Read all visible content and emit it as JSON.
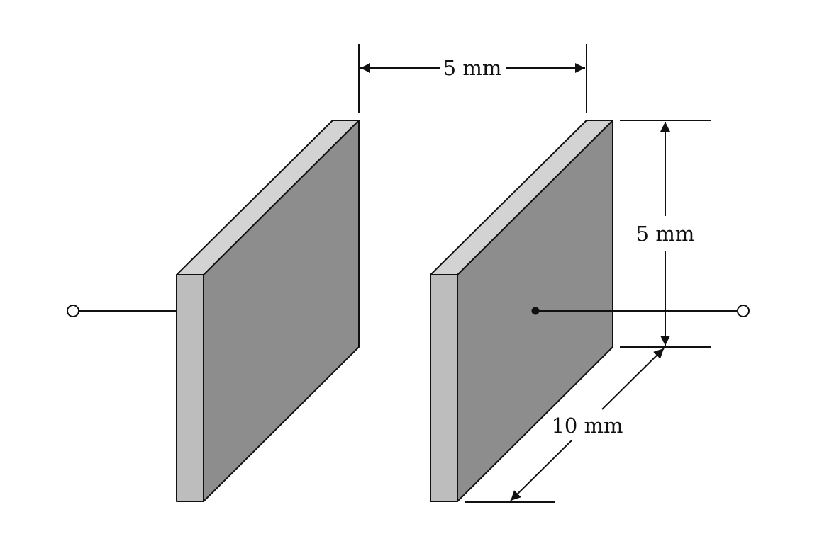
{
  "labels": {
    "gap": "5 mm",
    "height": "5 mm",
    "depth": "10 mm"
  },
  "colors": {
    "plate_face": "#8e8d8e",
    "plate_top": "#d3d3d3",
    "plate_side": "#bdbdbd",
    "line": "#111111"
  }
}
